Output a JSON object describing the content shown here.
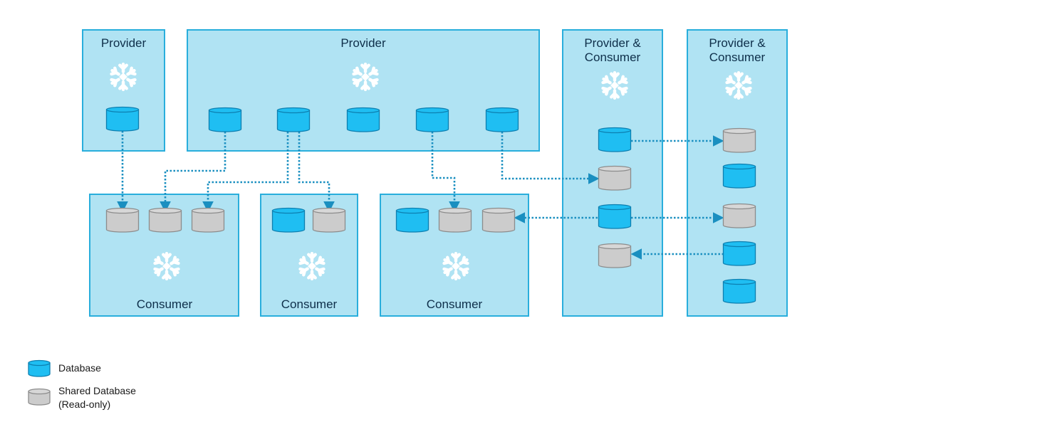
{
  "colors": {
    "box_fill": "#b0e3f3",
    "box_border": "#29aedc",
    "database": "#1fbef2",
    "shared_database": "#cccccc",
    "connector": "#1a8fc0",
    "snowflake": "#ffffff"
  },
  "accounts": [
    {
      "id": "provider-1",
      "label": [
        "Provider"
      ],
      "role": "provider",
      "icon": "snowflake-icon"
    },
    {
      "id": "provider-2",
      "label": [
        "Provider"
      ],
      "role": "provider",
      "icon": "snowflake-icon"
    },
    {
      "id": "provider-consumer-1",
      "label": [
        "Provider &",
        "Consumer"
      ],
      "role": "provider-consumer",
      "icon": "snowflake-icon"
    },
    {
      "id": "provider-consumer-2",
      "label": [
        "Provider &",
        "Consumer"
      ],
      "role": "provider-consumer",
      "icon": "snowflake-icon"
    },
    {
      "id": "consumer-1",
      "label": [
        "Consumer"
      ],
      "role": "consumer",
      "icon": "snowflake-icon"
    },
    {
      "id": "consumer-2",
      "label": [
        "Consumer"
      ],
      "role": "consumer",
      "icon": "snowflake-icon"
    },
    {
      "id": "consumer-3",
      "label": [
        "Consumer"
      ],
      "role": "consumer",
      "icon": "snowflake-icon"
    }
  ],
  "legend": {
    "database": "Database",
    "shared_database_line1": "Shared Database",
    "shared_database_line2": "(Read-only)"
  }
}
